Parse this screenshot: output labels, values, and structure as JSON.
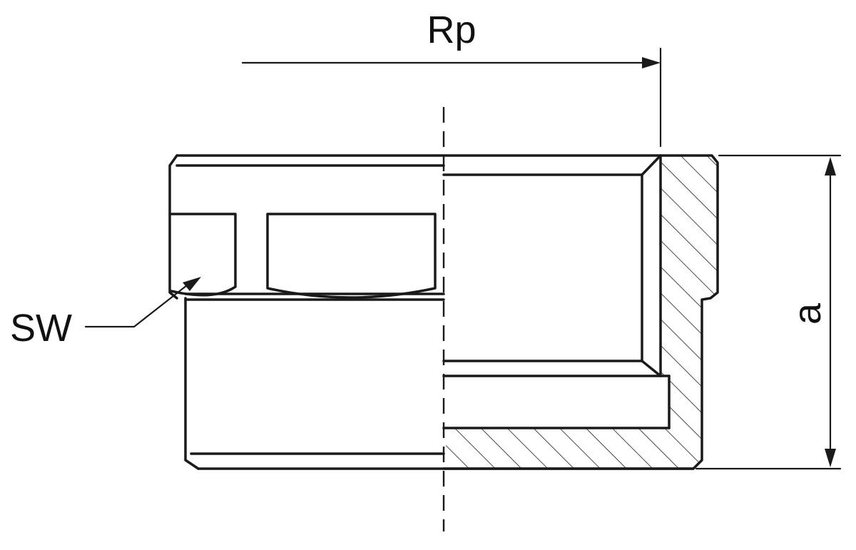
{
  "labels": {
    "thread_dimension": "Rp",
    "height_dimension": "a",
    "wrench_size": "SW"
  },
  "colors": {
    "ink": "#1a1a1a",
    "background": "#ffffff"
  }
}
